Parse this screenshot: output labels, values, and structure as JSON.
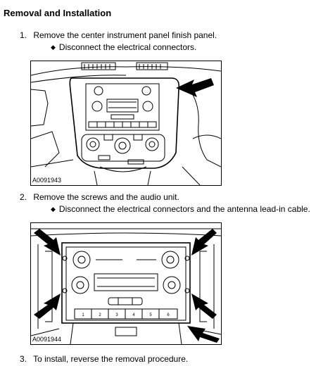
{
  "heading": "Removal and Installation",
  "steps": [
    {
      "number": "1.",
      "text": "Remove the center instrument panel finish panel.",
      "bullet": "Disconnect the electrical connectors."
    },
    {
      "number": "2.",
      "text": "Remove the screws and the audio unit.",
      "bullet": "Disconnect the electrical connectors and the antenna lead-in cable."
    },
    {
      "number": "3.",
      "text": "To install, reverse the removal procedure."
    }
  ],
  "figures": [
    {
      "caption": "A0091943"
    },
    {
      "caption": "A0091944",
      "button_labels": [
        "1",
        "2",
        "3",
        "4",
        "5",
        "6"
      ]
    }
  ],
  "icons": {
    "bullet": "diamond-bullet-icon",
    "callout": "arrow-callout-icon"
  }
}
